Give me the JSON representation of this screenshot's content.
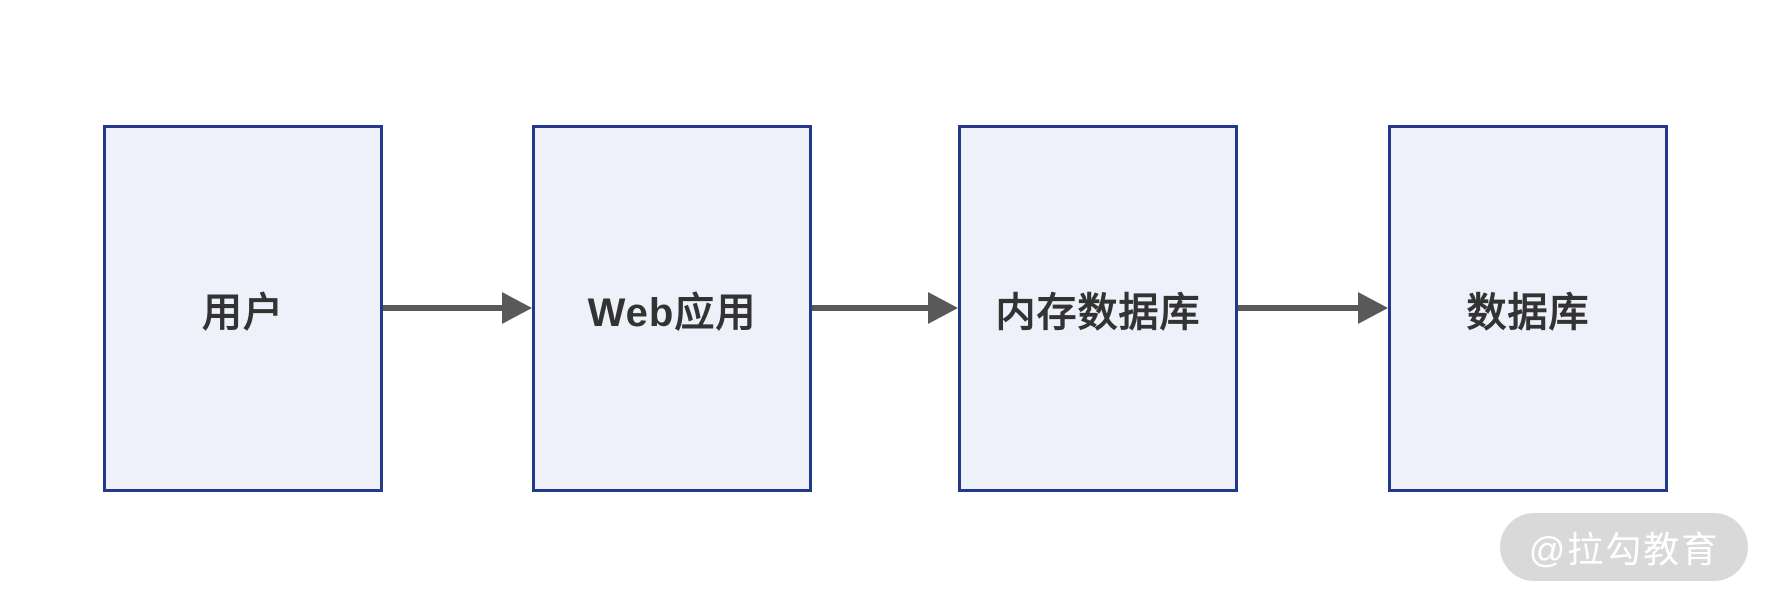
{
  "diagram": {
    "type": "flow",
    "direction": "left-to-right",
    "nodes": [
      {
        "id": "user",
        "label": "用户"
      },
      {
        "id": "web-app",
        "label": "Web应用"
      },
      {
        "id": "memory-db",
        "label": "内存数据库"
      },
      {
        "id": "database",
        "label": "数据库"
      }
    ],
    "edges": [
      {
        "from": "user",
        "to": "web-app",
        "style": "solid-arrow"
      },
      {
        "from": "web-app",
        "to": "memory-db",
        "style": "solid-arrow"
      },
      {
        "from": "memory-db",
        "to": "database",
        "style": "solid-arrow"
      }
    ],
    "colors": {
      "node_fill": "#eef1fa",
      "node_border": "#24388c",
      "node_text": "#333333",
      "arrow": "#595959",
      "background": "#ffffff"
    }
  },
  "watermark": {
    "text": "@拉勾教育",
    "bg": "#d9d9d9",
    "text_color": "#ffffff"
  }
}
